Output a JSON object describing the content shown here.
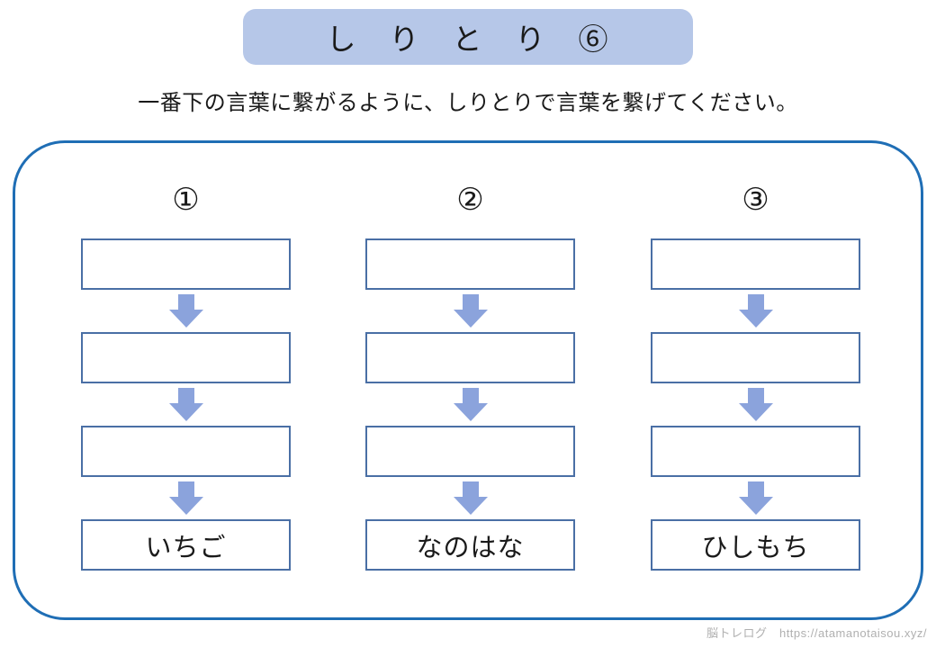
{
  "page": {
    "title": "し　り　と　り　⑥",
    "instruction": "一番下の言葉に繋がるように、しりとりで言葉を繋げてください。",
    "watermark": "脳トレログ　https://atamanotaisou.xyz/"
  },
  "colors": {
    "banner_bg": "#b6c7e8",
    "panel_border": "#1f6eb5",
    "box_border": "#4a6fa5",
    "arrow_fill": "#8ba3dc",
    "watermark_text": "#b0b0b0"
  },
  "columns": [
    {
      "label": "①",
      "answers": [
        "",
        "",
        ""
      ],
      "goal_word": "いちご"
    },
    {
      "label": "②",
      "answers": [
        "",
        "",
        ""
      ],
      "goal_word": "なのはな"
    },
    {
      "label": "③",
      "answers": [
        "",
        "",
        ""
      ],
      "goal_word": "ひしもち"
    }
  ]
}
